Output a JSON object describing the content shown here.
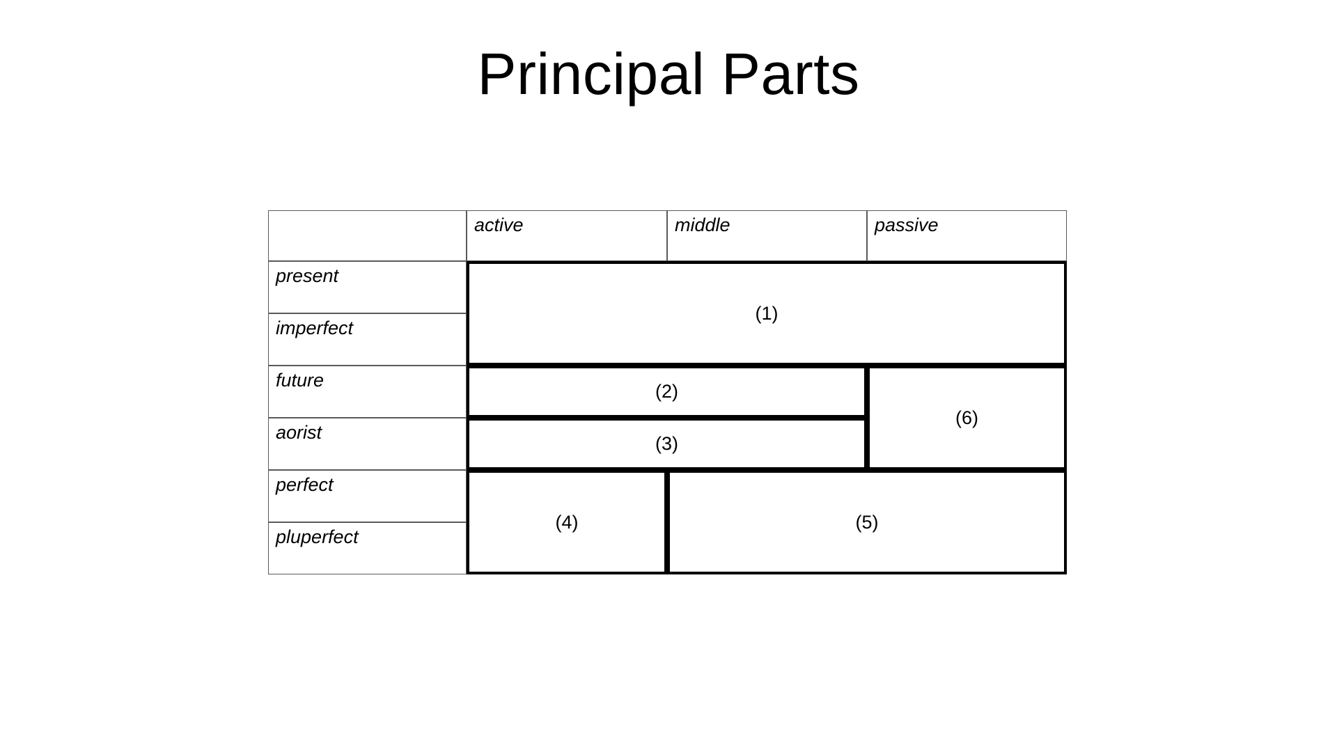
{
  "slide": {
    "title": "Principal Parts",
    "background_color": "#ffffff",
    "text_color": "#000000",
    "rule_color_thin": "#595959",
    "rule_color_thick": "#000000"
  },
  "table": {
    "corner_label": "",
    "column_headers": [
      {
        "id": "active",
        "label": "active"
      },
      {
        "id": "middle",
        "label": "middle"
      },
      {
        "id": "passive",
        "label": "passive"
      }
    ],
    "row_headers": [
      {
        "id": "present",
        "label": "present"
      },
      {
        "id": "imperfect",
        "label": "imperfect"
      },
      {
        "id": "future",
        "label": "future"
      },
      {
        "id": "aorist",
        "label": "aorist"
      },
      {
        "id": "perfect",
        "label": "perfect"
      },
      {
        "id": "pluperfect",
        "label": "pluperfect"
      }
    ],
    "merged_cells": [
      {
        "id": "part-1",
        "label": "(1)",
        "rows": [
          "present",
          "imperfect"
        ],
        "columns": [
          "active",
          "middle",
          "passive"
        ]
      },
      {
        "id": "part-2",
        "label": "(2)",
        "rows": [
          "future"
        ],
        "columns": [
          "active",
          "middle"
        ]
      },
      {
        "id": "part-3",
        "label": "(3)",
        "rows": [
          "aorist"
        ],
        "columns": [
          "active",
          "middle"
        ]
      },
      {
        "id": "part-6",
        "label": "(6)",
        "rows": [
          "future",
          "aorist"
        ],
        "columns": [
          "passive"
        ]
      },
      {
        "id": "part-4",
        "label": "(4)",
        "rows": [
          "perfect",
          "pluperfect"
        ],
        "columns": [
          "active"
        ]
      },
      {
        "id": "part-5",
        "label": "(5)",
        "rows": [
          "perfect",
          "pluperfect"
        ],
        "columns": [
          "middle",
          "passive"
        ]
      }
    ]
  }
}
